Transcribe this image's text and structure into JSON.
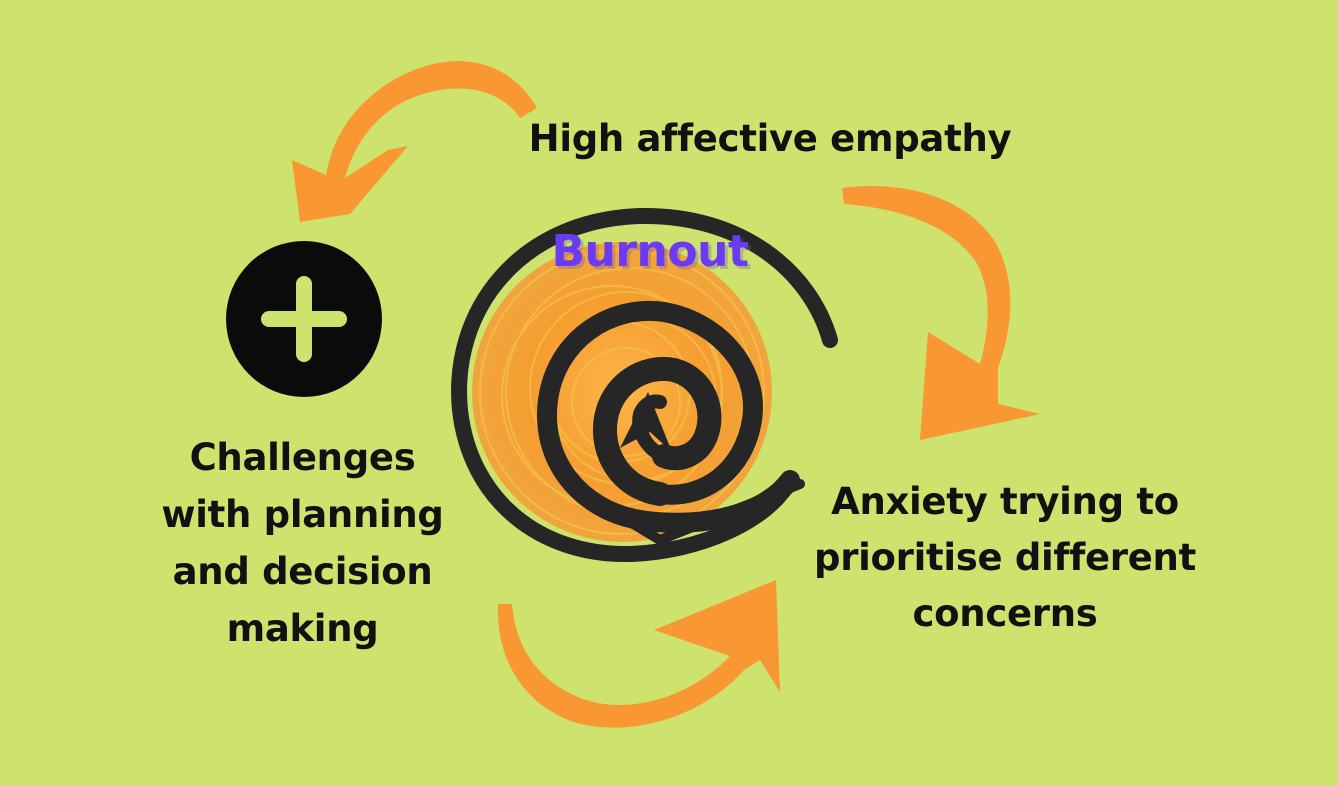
{
  "diagram": {
    "center_title": "Burnout",
    "nodes": {
      "top": {
        "lines": [
          "High affective empathy"
        ]
      },
      "left": {
        "lines": [
          "Challenges",
          "with planning",
          "and decision",
          "making"
        ]
      },
      "right": {
        "lines": [
          "Anxiety trying to",
          "prioritise different",
          "concerns"
        ]
      }
    },
    "cycle_direction": "clockwise",
    "icons": {
      "left_badge": "plus-icon",
      "center": "spiral-icon",
      "arrows": "curved-arrow-icon"
    }
  },
  "colors": {
    "background": "#cde36e",
    "arrow": "#f99733",
    "spiral": "#262626",
    "badge": "#0b0b0b",
    "badge_symbol": "#cde36e",
    "title": "#6a3bf2",
    "text": "#111111"
  }
}
